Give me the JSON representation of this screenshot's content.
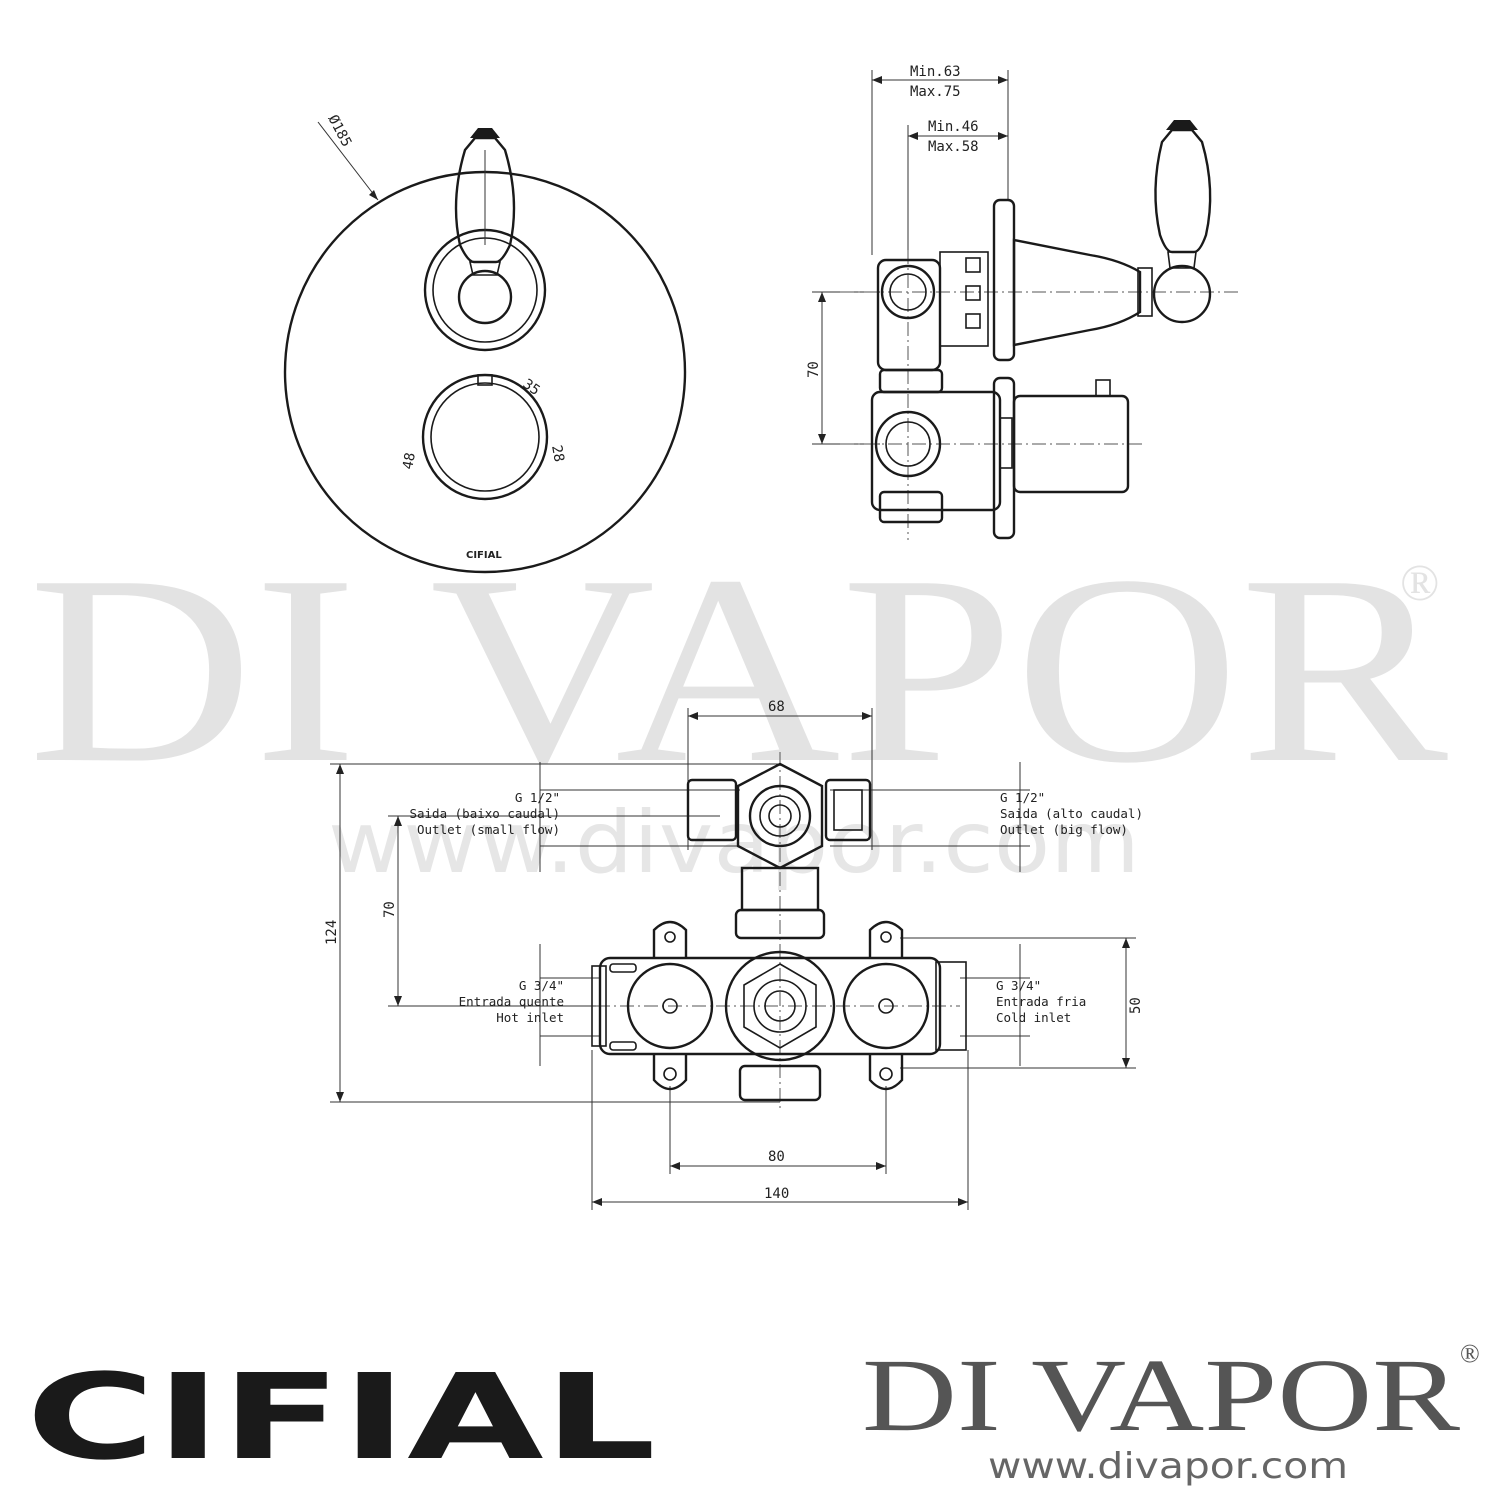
{
  "watermark": {
    "title": "DI VAPOR",
    "reg": "®",
    "url": "www.divapor.com"
  },
  "front_view": {
    "diameter": "Ø185",
    "brand_mark": "CIFIAL",
    "scale": {
      "top": "35",
      "left": "48",
      "right": "28"
    }
  },
  "side_view": {
    "dim_outer_min": "Min.63",
    "dim_outer_max": "Max.75",
    "dim_inner_min": "Min.46",
    "dim_inner_max": "Max.58",
    "dim_height": "70"
  },
  "body_view": {
    "dim_top_width": "68",
    "dim_total_height": "124",
    "dim_inlet_offset": "70",
    "dim_inlet_spacing": "50",
    "dim_mount_width": "80",
    "dim_total_width": "140",
    "outlet_small": {
      "thread": "G 1/2\"",
      "pt": "Saida (baixo caudal)",
      "en": "Outlet (small flow)"
    },
    "outlet_big": {
      "thread": "G 1/2\"",
      "pt": "Saida (alto caudal)",
      "en": "Outlet (big flow)"
    },
    "hot_inlet": {
      "thread": "G 3/4\"",
      "pt": "Entrada quente",
      "en": "Hot inlet"
    },
    "cold_inlet": {
      "thread": "G 3/4\"",
      "pt": "Entrada fria",
      "en": "Cold inlet"
    }
  },
  "footer": {
    "logo_left": "CIFIAL",
    "brand": "DI VAPOR",
    "reg": "®",
    "url": "www.divapor.com"
  }
}
